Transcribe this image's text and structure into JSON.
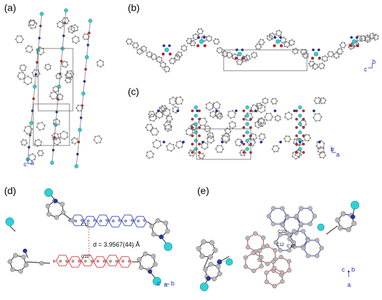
{
  "panels": {
    "a": {
      "label": "(a)",
      "axes": [
        "c",
        "a"
      ]
    },
    "b": {
      "label": "(b)",
      "axes": [
        "c",
        "b"
      ]
    },
    "c": {
      "label": "(c)",
      "axes": [
        "b",
        "a"
      ]
    },
    "d": {
      "label": "(d)",
      "axes": [
        "c",
        "a",
        "b"
      ],
      "distance_label": "d = 3.9567(44) Å",
      "atom_labels": [
        "C11",
        "C11ⁱⁱ"
      ]
    },
    "e": {
      "label": "(e)",
      "axes": [
        "c",
        "b",
        "a"
      ],
      "atom_labels": [
        "C11ⁱⁱ",
        "C12",
        "C12ⁱⁱ"
      ]
    }
  },
  "colors": {
    "carbon": "#b8b8b8",
    "nitrogen": "#1c2fc0",
    "oxygen": "#d42020",
    "metal": "#29d3d9",
    "bond": "#555555",
    "axis": "#1a2fbf",
    "contact_line": "#e03030"
  }
}
